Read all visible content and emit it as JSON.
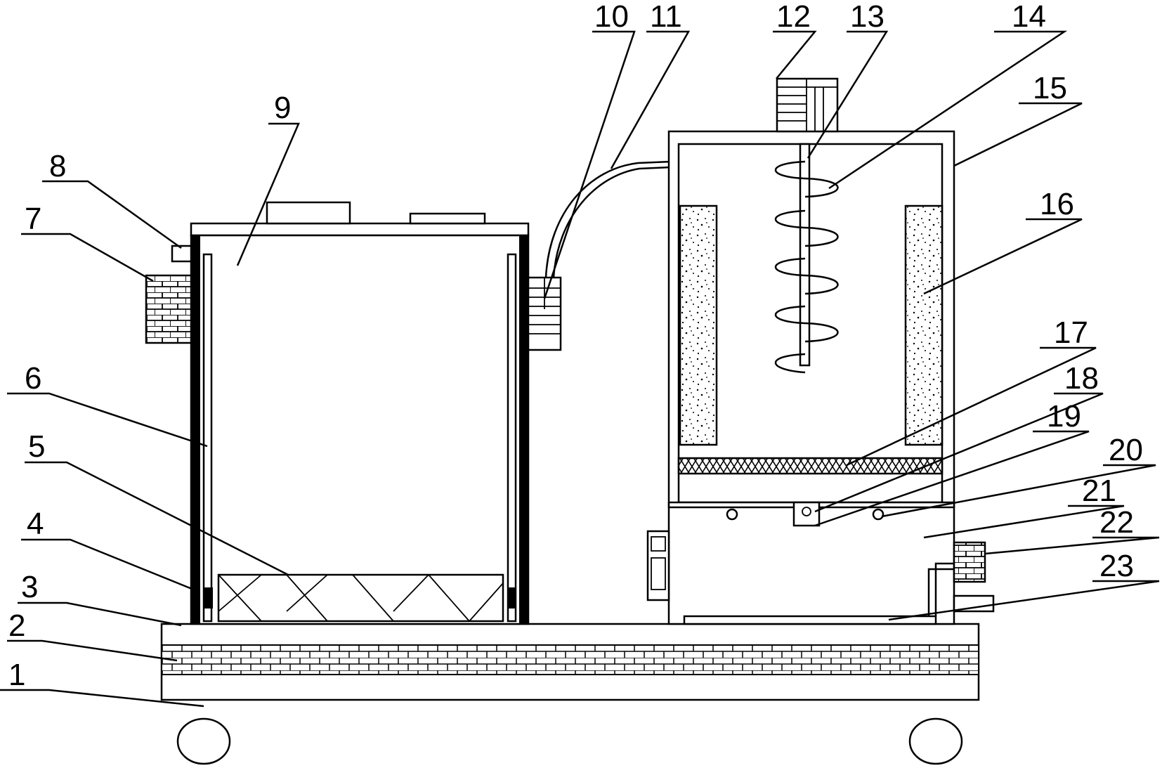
{
  "labels": [
    {
      "id": 1,
      "text": "1"
    },
    {
      "id": 2,
      "text": "2"
    },
    {
      "id": 3,
      "text": "3"
    },
    {
      "id": 4,
      "text": "4"
    },
    {
      "id": 5,
      "text": "5"
    },
    {
      "id": 6,
      "text": "6"
    },
    {
      "id": 7,
      "text": "7"
    },
    {
      "id": 8,
      "text": "8"
    },
    {
      "id": 9,
      "text": "9"
    },
    {
      "id": 10,
      "text": "10"
    },
    {
      "id": 11,
      "text": "11"
    },
    {
      "id": 12,
      "text": "12"
    },
    {
      "id": 13,
      "text": "13"
    },
    {
      "id": 14,
      "text": "14"
    },
    {
      "id": 15,
      "text": "15"
    },
    {
      "id": 16,
      "text": "16"
    },
    {
      "id": 17,
      "text": "17"
    },
    {
      "id": 18,
      "text": "18"
    },
    {
      "id": 19,
      "text": "19"
    },
    {
      "id": 20,
      "text": "20"
    },
    {
      "id": 21,
      "text": "21"
    },
    {
      "id": 22,
      "text": "22"
    },
    {
      "id": 23,
      "text": "23"
    }
  ]
}
